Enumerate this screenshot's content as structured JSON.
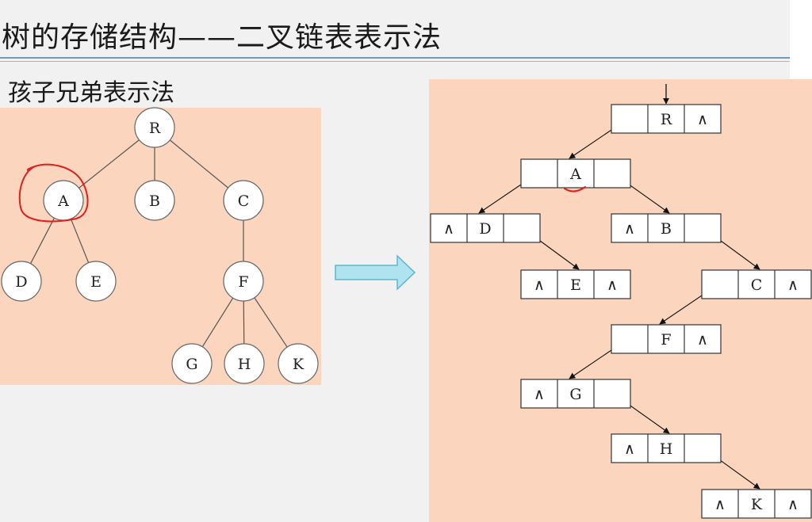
{
  "slide": {
    "title": "树的存储结构——二叉链表表示法",
    "subtitle": "孩子兄弟表示法"
  },
  "colors": {
    "panel_bg": "#fbd5bd",
    "annotation": "#e0201c",
    "arrow_fill": "#aee3ef",
    "arrow_stroke": "#5fb7cf"
  },
  "tree": {
    "nodes": [
      {
        "id": "R",
        "label": "R"
      },
      {
        "id": "A",
        "label": "A"
      },
      {
        "id": "B",
        "label": "B"
      },
      {
        "id": "C",
        "label": "C"
      },
      {
        "id": "D",
        "label": "D"
      },
      {
        "id": "E",
        "label": "E"
      },
      {
        "id": "F",
        "label": "F"
      },
      {
        "id": "G",
        "label": "G"
      },
      {
        "id": "H",
        "label": "H"
      },
      {
        "id": "K",
        "label": "K"
      }
    ],
    "edges": [
      [
        "R",
        "A"
      ],
      [
        "R",
        "B"
      ],
      [
        "R",
        "C"
      ],
      [
        "A",
        "D"
      ],
      [
        "A",
        "E"
      ],
      [
        "C",
        "F"
      ],
      [
        "F",
        "G"
      ],
      [
        "F",
        "H"
      ],
      [
        "F",
        "K"
      ]
    ]
  },
  "binary_tree": {
    "null_symbol": "∧",
    "nodes": [
      {
        "id": "R",
        "label": "R",
        "first_child": "A",
        "next_sibling": null
      },
      {
        "id": "A",
        "label": "A",
        "first_child": "D",
        "next_sibling": "B"
      },
      {
        "id": "D",
        "label": "D",
        "first_child": null,
        "next_sibling": "E"
      },
      {
        "id": "E",
        "label": "E",
        "first_child": null,
        "next_sibling": null
      },
      {
        "id": "B",
        "label": "B",
        "first_child": null,
        "next_sibling": "C"
      },
      {
        "id": "C",
        "label": "C",
        "first_child": "F",
        "next_sibling": null
      },
      {
        "id": "F",
        "label": "F",
        "first_child": "G",
        "next_sibling": null
      },
      {
        "id": "G",
        "label": "G",
        "first_child": null,
        "next_sibling": "H"
      },
      {
        "id": "H",
        "label": "H",
        "first_child": null,
        "next_sibling": "K"
      },
      {
        "id": "K",
        "label": "K",
        "first_child": null,
        "next_sibling": null
      }
    ]
  }
}
